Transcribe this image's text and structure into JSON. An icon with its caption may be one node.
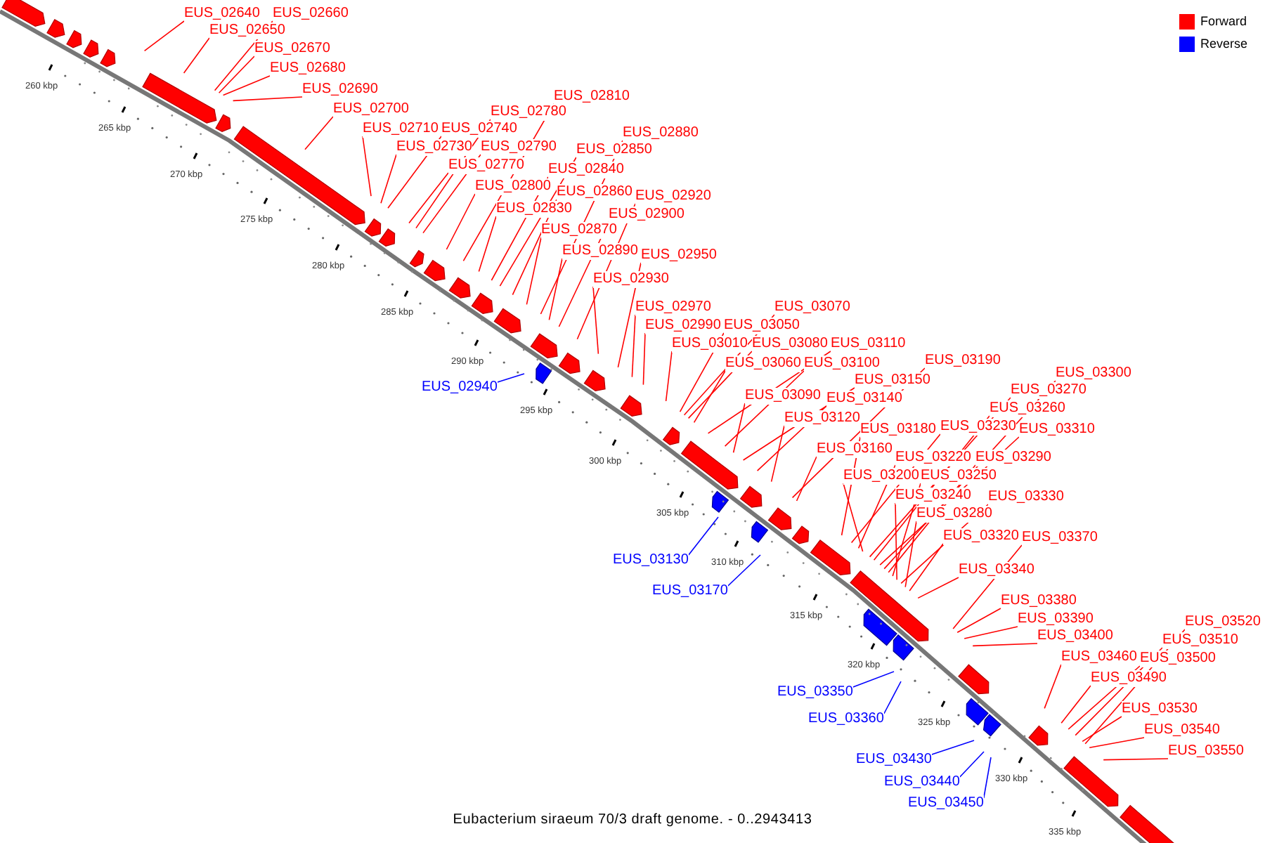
{
  "diagram": {
    "caption": "Eubacterium siraeum 70/3 draft genome. - 0..2943413",
    "nodes": [
      {
        "text": [
          "EUS_02640"
        ]
      },
      {
        "text": [
          "EUS_02650"
        ]
      },
      {
        "text": [
          "EUS_02660"
        ]
      },
      {
        "text": [
          "EUS_02670"
        ]
      },
      {
        "text": [
          "EUS_02680"
        ]
      },
      {
        "text": [
          "EUS_02690"
        ]
      },
      {
        "text": [
          "EUS_02700"
        ]
      },
      {
        "text": [
          "EUS_02710"
        ]
      },
      {
        "text": [
          "EUS_02730"
        ]
      },
      {
        "text": [
          "EUS_02740"
        ]
      },
      {
        "text": [
          "EUS_02770"
        ]
      },
      {
        "text": [
          "EUS_02780"
        ]
      },
      {
        "text": [
          "EUS_02790"
        ]
      },
      {
        "text": [
          "EUS_02800"
        ]
      },
      {
        "text": [
          "EUS_02810"
        ]
      },
      {
        "text": [
          "EUS_02830"
        ]
      },
      {
        "text": [
          "EUS_02840"
        ]
      },
      {
        "text": [
          "EUS_02850"
        ]
      },
      {
        "text": [
          "EUS_02860"
        ]
      },
      {
        "text": [
          "EUS_02870"
        ]
      },
      {
        "text": [
          "EUS_02880"
        ]
      },
      {
        "text": [
          "EUS_02890"
        ]
      },
      {
        "text": [
          "EUS_02900"
        ]
      },
      {
        "text": [
          "EUS_02920"
        ]
      },
      {
        "text": [
          "EUS_02930"
        ]
      },
      {
        "text": [
          "EUS_02950"
        ]
      },
      {
        "text": [
          "EUS_02970"
        ]
      },
      {
        "text": [
          "EUS_02990"
        ]
      },
      {
        "text": [
          "EUS_03010"
        ]
      },
      {
        "text": [
          "EUS_03050"
        ]
      },
      {
        "text": [
          "EUS_03070"
        ]
      },
      {
        "text": [
          "EUS_03080"
        ]
      },
      {
        "text": [
          "EUS_03060"
        ]
      },
      {
        "text": [
          "EUS_03110"
        ]
      },
      {
        "text": [
          "EUS_03100"
        ]
      },
      {
        "text": [
          "EUS_03090"
        ]
      },
      {
        "text": [
          "EUS_03150"
        ]
      },
      {
        "text": [
          "EUS_03140"
        ]
      },
      {
        "text": [
          "EUS_03120"
        ]
      },
      {
        "text": [
          "EUS_03190"
        ]
      },
      {
        "text": [
          "EUS_03160"
        ]
      },
      {
        "text": [
          "EUS_03180"
        ]
      },
      {
        "text": [
          "EUS_03230"
        ]
      },
      {
        "text": [
          "EUS_03220"
        ]
      },
      {
        "text": [
          "EUS_03200"
        ]
      },
      {
        "text": [
          "EUS_03270"
        ]
      },
      {
        "text": [
          "EUS_03260"
        ]
      },
      {
        "text": [
          "EUS_03310"
        ]
      },
      {
        "text": [
          "EUS_03300"
        ]
      },
      {
        "text": [
          "EUS_03290"
        ]
      },
      {
        "text": [
          "EUS_03250"
        ]
      },
      {
        "text": [
          "EUS_03240"
        ]
      },
      {
        "text": [
          "EUS_03330"
        ]
      },
      {
        "text": [
          "EUS_03280"
        ]
      },
      {
        "text": [
          "EUS_03320"
        ]
      },
      {
        "text": [
          "EUS_03370"
        ]
      },
      {
        "text": [
          "EUS_03340"
        ]
      },
      {
        "text": [
          "EUS_03380"
        ]
      },
      {
        "text": [
          "EUS_03390"
        ]
      },
      {
        "text": [
          "EUS_03400"
        ]
      },
      {
        "text": [
          "EUS_03460"
        ]
      },
      {
        "text": [
          "EUS_03520"
        ]
      },
      {
        "text": [
          "EUS_03510"
        ]
      },
      {
        "text": [
          "EUS_03500"
        ]
      },
      {
        "text": [
          "EUS_03490"
        ]
      },
      {
        "text": [
          "EUS_03530"
        ]
      },
      {
        "text": [
          "EUS_03540"
        ]
      },
      {
        "text": [
          "EUS_03550"
        ]
      },
      {
        "text": [
          "EUS_02940"
        ]
      },
      {
        "text": [
          "EUS_03130"
        ]
      },
      {
        "text": [
          "EUS_03170"
        ]
      },
      {
        "text": [
          "EUS_03350"
        ]
      },
      {
        "text": [
          "EUS_03360"
        ]
      },
      {
        "text": [
          "EUS_03430"
        ]
      },
      {
        "text": [
          "EUS_03440"
        ]
      },
      {
        "text": [
          "EUS_03450"
        ]
      }
    ],
    "edges": [
      {
        "from": 0,
        "to": null,
        "arrow": "none"
      },
      {
        "from": 1,
        "to": null,
        "arrow": "none"
      },
      {
        "from": 2,
        "to": null,
        "arrow": "none"
      },
      {
        "from": 3,
        "to": null,
        "arrow": "none"
      },
      {
        "from": 4,
        "to": null,
        "arrow": "none"
      },
      {
        "from": 5,
        "to": null,
        "arrow": "none"
      },
      {
        "from": 6,
        "to": null,
        "arrow": "none"
      },
      {
        "from": 7,
        "to": null,
        "arrow": "none"
      },
      {
        "from": 8,
        "to": null,
        "arrow": "none"
      },
      {
        "from": 9,
        "to": null,
        "arrow": "none"
      },
      {
        "from": 10,
        "to": null,
        "arrow": "none"
      },
      {
        "from": 11,
        "to": null,
        "arrow": "none"
      },
      {
        "from": 12,
        "to": null,
        "arrow": "none"
      },
      {
        "from": 13,
        "to": null,
        "arrow": "none"
      },
      {
        "from": 14,
        "to": null,
        "arrow": "none"
      },
      {
        "from": 15,
        "to": null,
        "arrow": "none"
      },
      {
        "from": 16,
        "to": null,
        "arrow": "none"
      },
      {
        "from": 17,
        "to": null,
        "arrow": "none"
      },
      {
        "from": 18,
        "to": null,
        "arrow": "none"
      },
      {
        "from": 19,
        "to": null,
        "arrow": "none"
      },
      {
        "from": 20,
        "to": null,
        "arrow": "none"
      },
      {
        "from": 21,
        "to": null,
        "arrow": "none"
      },
      {
        "from": 22,
        "to": null,
        "arrow": "none"
      },
      {
        "from": 23,
        "to": null,
        "arrow": "none"
      },
      {
        "from": 24,
        "to": null,
        "arrow": "none"
      },
      {
        "from": 25,
        "to": null,
        "arrow": "none"
      },
      {
        "from": 26,
        "to": null,
        "arrow": "none"
      },
      {
        "from": 27,
        "to": null,
        "arrow": "none"
      },
      {
        "from": 28,
        "to": null,
        "arrow": "none"
      },
      {
        "from": 29,
        "to": null,
        "arrow": "none"
      },
      {
        "from": 30,
        "to": null,
        "arrow": "none"
      },
      {
        "from": 31,
        "to": null,
        "arrow": "none"
      },
      {
        "from": 32,
        "to": null,
        "arrow": "none"
      },
      {
        "from": 33,
        "to": null,
        "arrow": "none"
      },
      {
        "from": 34,
        "to": null,
        "arrow": "none"
      },
      {
        "from": 35,
        "to": null,
        "arrow": "none"
      },
      {
        "from": 36,
        "to": null,
        "arrow": "none"
      },
      {
        "from": 37,
        "to": null,
        "arrow": "none"
      },
      {
        "from": 38,
        "to": null,
        "arrow": "none"
      },
      {
        "from": 39,
        "to": null,
        "arrow": "none"
      },
      {
        "from": 40,
        "to": null,
        "arrow": "none"
      },
      {
        "from": 41,
        "to": null,
        "arrow": "none"
      },
      {
        "from": 42,
        "to": null,
        "arrow": "none"
      },
      {
        "from": 43,
        "to": null,
        "arrow": "none"
      },
      {
        "from": 44,
        "to": null,
        "arrow": "none"
      },
      {
        "from": 45,
        "to": null,
        "arrow": "none"
      },
      {
        "from": 46,
        "to": null,
        "arrow": "none"
      },
      {
        "from": 47,
        "to": null,
        "arrow": "none"
      },
      {
        "from": 48,
        "to": null,
        "arrow": "none"
      },
      {
        "from": 49,
        "to": null,
        "arrow": "none"
      },
      {
        "from": 50,
        "to": null,
        "arrow": "none"
      },
      {
        "from": 51,
        "to": null,
        "arrow": "none"
      },
      {
        "from": 52,
        "to": null,
        "arrow": "none"
      },
      {
        "from": 53,
        "to": null,
        "arrow": "none"
      },
      {
        "from": 54,
        "to": null,
        "arrow": "none"
      },
      {
        "from": 55,
        "to": null,
        "arrow": "none"
      },
      {
        "from": 56,
        "to": null,
        "arrow": "none"
      },
      {
        "from": 57,
        "to": null,
        "arrow": "none"
      },
      {
        "from": 58,
        "to": null,
        "arrow": "none"
      },
      {
        "from": 59,
        "to": null,
        "arrow": "none"
      },
      {
        "from": 60,
        "to": null,
        "arrow": "none"
      },
      {
        "from": 61,
        "to": null,
        "arrow": "none"
      },
      {
        "from": 62,
        "to": null,
        "arrow": "none"
      },
      {
        "from": 63,
        "to": null,
        "arrow": "none"
      },
      {
        "from": 64,
        "to": null,
        "arrow": "none"
      },
      {
        "from": 65,
        "to": null,
        "arrow": "none"
      },
      {
        "from": 66,
        "to": null,
        "arrow": "none"
      },
      {
        "from": 67,
        "to": null,
        "arrow": "none"
      },
      {
        "from": 68,
        "to": null,
        "arrow": "none",
        "color": "#0000ff"
      },
      {
        "from": 69,
        "to": null,
        "arrow": "none",
        "color": "#0000ff"
      },
      {
        "from": 70,
        "to": null,
        "arrow": "none",
        "color": "#0000ff"
      },
      {
        "from": 71,
        "to": null,
        "arrow": "none",
        "color": "#0000ff"
      },
      {
        "from": 72,
        "to": null,
        "arrow": "none",
        "color": "#0000ff"
      },
      {
        "from": 73,
        "to": null,
        "arrow": "none",
        "color": "#0000ff"
      },
      {
        "from": 74,
        "to": null,
        "arrow": "none",
        "color": "#0000ff"
      },
      {
        "from": 75,
        "to": null,
        "arrow": "none",
        "color": "#0000ff"
      }
    ],
    "labels": [
      "260 kbp",
      "265 kbp",
      "270 kbp",
      "275 kbp",
      "280 kbp",
      "285 kbp",
      "290 kbp",
      "295 kbp",
      "300 kbp",
      "305 kbp",
      "310 kbp",
      "315 kbp",
      "320 kbp",
      "325 kbp",
      "330 kbp",
      "335 kbp"
    ],
    "legend": [
      {
        "text": "Forward",
        "color": "#ff0000"
      },
      {
        "text": "Reverse",
        "color": "#0000ff"
      }
    ]
  }
}
